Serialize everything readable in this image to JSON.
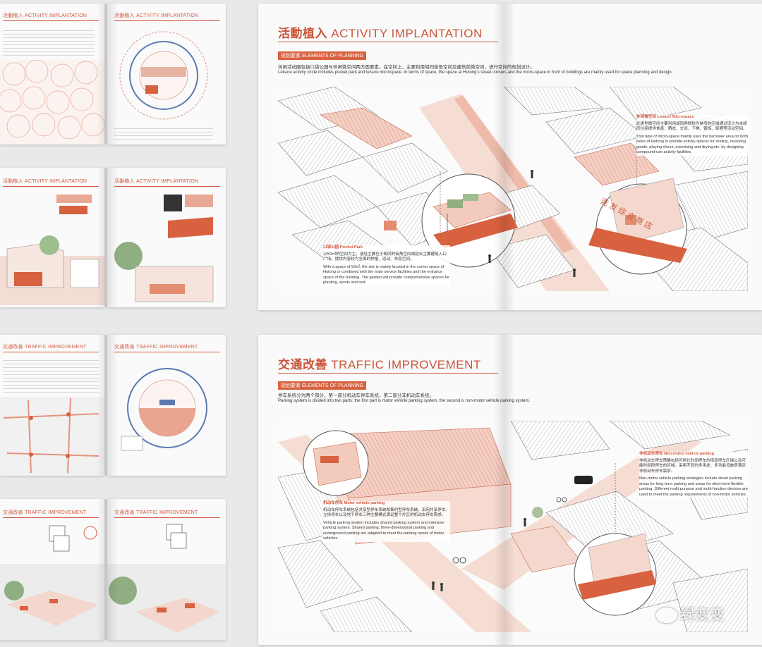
{
  "small_pages": {
    "activity_cn": "活動植入",
    "activity_en": "ACTIVITY IMPLANTATION",
    "traffic_cn": "交通改善",
    "traffic_en": "TRAFFIC IMPROVEMENT"
  },
  "big_activity": {
    "title_cn": "活動植入",
    "title_en": "ACTIVITY IMPLANTATION",
    "tag_cn": "规划要素",
    "tag_en": "ELEMENTS OF PLANNING",
    "body_cn": "休闲活动圈包括口袋公园与休闲微空间两方面要素。在空间上，主要利用胡同街角空间及建筑前微空间，进行空间的规划设计。",
    "body_en": "Leisure activity circle includes pocket park and leisure microspace. In terms of space, the space at Hutong's street corners and the micro-space in front of buildings are mainly used for space planning and design.",
    "micro_title": "休闲微空间 Leisure Microspace",
    "micro_cn": "此类型微空间主要利用胡同两侧较为狭窄的区域通过设计为本胡同住民提供休息、晒衣、交谈、下棋、锻炼、晾晒等活动空间。",
    "micro_en": "This type of micro-space mainly uses the narrower area on both sides of Hutong to provide activity spaces for resting, receiving goods, playing chess, exercising and drying,etc. by designing compound-use activity facilities.",
    "pocket_title": "口袋公园 Pocket Park",
    "pocket_cn": "以50㎡的空间为主，选址主要位于胡同的街角空间或结合主要建筑入口广场，提供内容较为全面的种植、运动、休息空间。",
    "pocket_en": "With a space of 50㎡, the site is mainly located in the corner space of Hutong or combined with the main service facilities and the entrance space of the building. The garden will provide comprehensive spaces for planting, sports and rest.",
    "shop_sign": "连发综合商店"
  },
  "big_traffic": {
    "title_cn": "交通改善",
    "title_en": "TRAFFIC IMPROVEMENT",
    "tag_cn": "规划要素",
    "tag_en": "ELEMENTS OF PLANNING",
    "body_cn": "停车系统分为两个部分，第一部分机动车停车系统，第二部分非机动车系统。",
    "body_en": "Parking system is divided into two parts: the first part is motor vehicle parking system, the second is non-motor vehicle parking system.",
    "motor_title": "机动车停车 Motor vehicle parking",
    "motor_cn": "机动车停车系统包括共享型停车系统和集约型停车系统。采用共享停车、立体停车以及地下停车三种主要模式满足整个片区的机动车停车需求。",
    "motor_en": "Vehicle parking system includes shared parking system and intensive parking system. Shared parking, three-dimensional parking and underground parking are adapted to meet the parking needs of motor vehicles.",
    "nonmotor_title": "非机动车停车 Non-motor vehicle parking",
    "nonmotor_cn": "非机动车停车策略包括可供长时间停车的街道停车区域以及可能时间段停车的区域，采用不同的多用途、多功能设施来满足非机动车停车需求。",
    "nonmotor_en": "Non-motor vehicle parking strategies include street parking areas for long-term parking and areas for short-term flexible parking. Different multi-purpose and multi-function devices are used to meet the parking requirements of non-motor vehicles."
  },
  "watermark": "绿变变",
  "colors": {
    "accent": "#d0583e",
    "salmon": "#e9a58f",
    "line": "#777777",
    "paper": "#fafafa"
  }
}
